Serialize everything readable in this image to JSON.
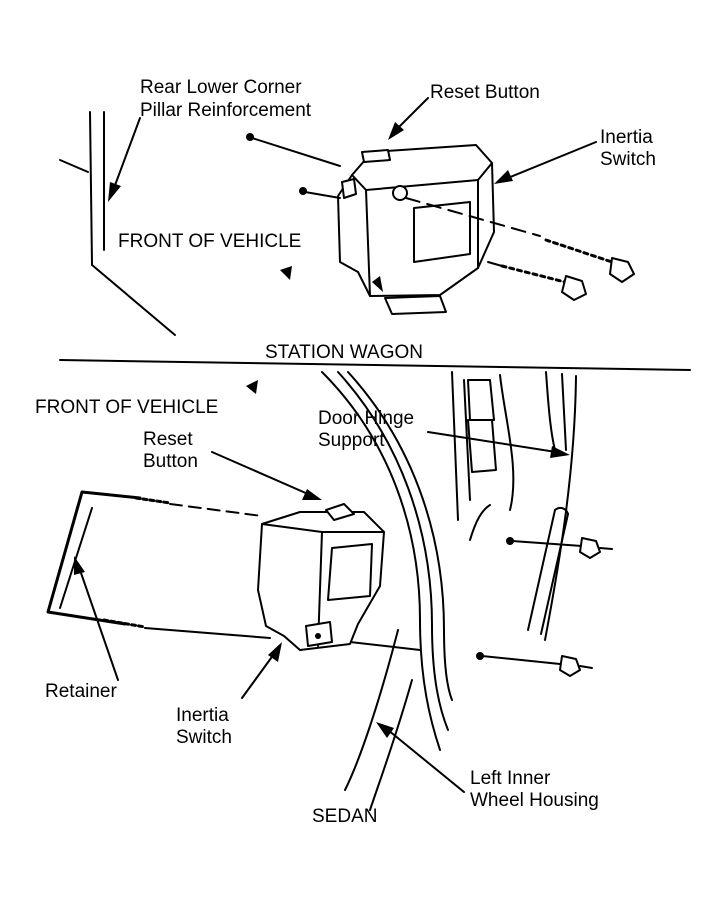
{
  "labels": {
    "rear_lower_corner_line1": "Rear Lower Corner",
    "rear_lower_corner_line2": "Pillar Reinforcement",
    "reset_button_top": "Reset Button",
    "inertia_switch_top_line1": "Inertia",
    "inertia_switch_top_line2": "Switch",
    "front_of_vehicle_top": "FRONT OF VEHICLE",
    "station_wagon": "STATION WAGON",
    "front_of_vehicle_bottom": "FRONT OF VEHICLE",
    "door_hinge_line1": "Door Hinge",
    "door_hinge_line2": "Support",
    "reset_button_bottom_line1": "Reset",
    "reset_button_bottom_line2": "Button",
    "retainer": "Retainer",
    "inertia_switch_bottom_line1": "Inertia",
    "inertia_switch_bottom_line2": "Switch",
    "sedan": "SEDAN",
    "left_inner_line1": "Left Inner",
    "left_inner_line2": "Wheel Housing"
  },
  "colors": {
    "ink": "#000000",
    "background": "#ffffff"
  }
}
